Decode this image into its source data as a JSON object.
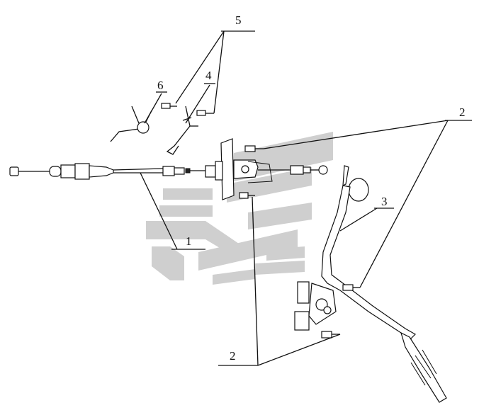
{
  "callouts": {
    "c1": "1",
    "c2a": "2",
    "c2b": "2",
    "c3": "3",
    "c4": "4",
    "c5": "5",
    "c6": "6"
  },
  "colors": {
    "line": "#111111",
    "watermark": "#cfcfcf",
    "background": "#ffffff"
  }
}
